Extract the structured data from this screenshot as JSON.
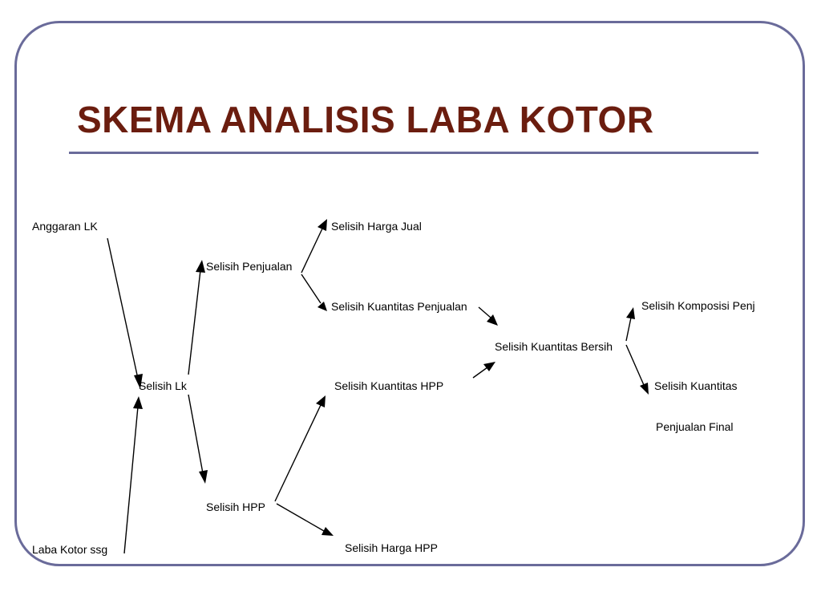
{
  "slide": {
    "title": "SKEMA ANALISIS LABA KOTOR"
  },
  "diagram": {
    "nodes": [
      {
        "id": "anggaran-lk",
        "label": "Anggaran LK"
      },
      {
        "id": "laba-kotor-ssg",
        "label": "Laba Kotor  ssg"
      },
      {
        "id": "selisih-lk",
        "label": "Selisih Lk"
      },
      {
        "id": "selisih-penjualan",
        "label": "Selisih Penjualan"
      },
      {
        "id": "selisih-hpp",
        "label": "Selisih HPP"
      },
      {
        "id": "selisih-harga-jual",
        "label": "Selisih  Harga Jual"
      },
      {
        "id": "selisih-kuantitas-penjualan",
        "label": "Selisih Kuantitas Penjualan"
      },
      {
        "id": "selisih-kuantitas-hpp",
        "label": "Selisih Kuantitas HPP"
      },
      {
        "id": "selisih-harga-hpp",
        "label": "Selisih Harga HPP"
      },
      {
        "id": "selisih-kuantitas-bersih",
        "label": "Selisih Kuantitas Bersih"
      },
      {
        "id": "selisih-komposisi-penj",
        "label": "Selisih Komposisi Penj"
      },
      {
        "id": "selisih-kuantitas",
        "label": "Selisih Kuantitas"
      },
      {
        "id": "penjualan-final",
        "label": "Penjualan Final"
      }
    ],
    "edges": [
      {
        "from": "anggaran-lk",
        "to": "selisih-lk"
      },
      {
        "from": "laba-kotor-ssg",
        "to": "selisih-lk"
      },
      {
        "from": "selisih-lk",
        "to": "selisih-penjualan"
      },
      {
        "from": "selisih-lk",
        "to": "selisih-hpp"
      },
      {
        "from": "selisih-penjualan",
        "to": "selisih-harga-jual"
      },
      {
        "from": "selisih-penjualan",
        "to": "selisih-kuantitas-penjualan"
      },
      {
        "from": "selisih-hpp",
        "to": "selisih-kuantitas-hpp"
      },
      {
        "from": "selisih-hpp",
        "to": "selisih-harga-hpp"
      },
      {
        "from": "selisih-kuantitas-penjualan",
        "to": "selisih-kuantitas-bersih"
      },
      {
        "from": "selisih-kuantitas-hpp",
        "to": "selisih-kuantitas-bersih"
      },
      {
        "from": "selisih-kuantitas-bersih",
        "to": "selisih-komposisi-penj"
      },
      {
        "from": "selisih-kuantitas-bersih",
        "to": "selisih-kuantitas"
      }
    ]
  }
}
